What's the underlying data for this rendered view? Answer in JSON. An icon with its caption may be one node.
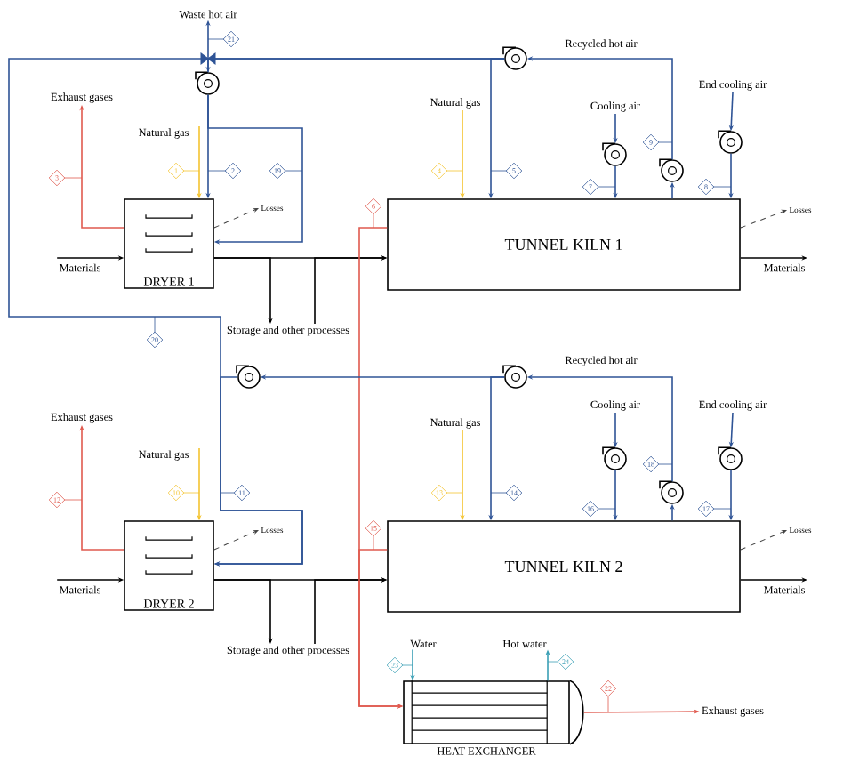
{
  "diagram": {
    "nodes": [
      {
        "text": [
          "Waste hot air"
        ]
      },
      {
        "text": [],
        "shape": "fan"
      },
      {
        "text": [
          "Exhaust gases"
        ]
      },
      {
        "text": [
          "Natural gas"
        ]
      },
      {
        "text": [
          "DRYER 1"
        ]
      },
      {
        "text": [
          "Losses"
        ]
      },
      {
        "text": [
          "Storage and other processes"
        ]
      },
      {
        "text": [
          "Natural gas"
        ]
      },
      {
        "text": [],
        "shape": "fan"
      },
      {
        "text": [
          "Cooling air"
        ]
      },
      {
        "text": [],
        "shape": "fan"
      },
      {
        "text": [],
        "shape": "fan"
      },
      {
        "text": [
          "End cooling air"
        ]
      },
      {
        "text": [],
        "shape": "fan"
      },
      {
        "text": [
          "TUNNEL KILN 1"
        ]
      },
      {
        "text": [
          "Losses"
        ]
      },
      {
        "text": [],
        "shape": "fan"
      },
      {
        "text": [
          "Exhaust gases"
        ]
      },
      {
        "text": [
          "Natural gas"
        ]
      },
      {
        "text": [
          "DRYER 2"
        ]
      },
      {
        "text": [
          "Losses"
        ]
      },
      {
        "text": [
          "Storage and other processes"
        ]
      },
      {
        "text": [
          "Natural gas"
        ]
      },
      {
        "text": [],
        "shape": "fan"
      },
      {
        "text": [
          "Cooling air"
        ]
      },
      {
        "text": [],
        "shape": "fan"
      },
      {
        "text": [],
        "shape": "fan"
      },
      {
        "text": [
          "End cooling air"
        ]
      },
      {
        "text": [],
        "shape": "fan"
      },
      {
        "text": [
          "TUNNEL KILN 2"
        ]
      },
      {
        "text": [
          "Losses"
        ]
      },
      {
        "text": [
          "Water"
        ]
      },
      {
        "text": [
          "Hot water"
        ]
      },
      {
        "text": [
          "HEAT EXCHANGER"
        ]
      },
      {
        "text": [
          "Exhaust gases"
        ]
      },
      {
        "text": [
          "Materials"
        ]
      },
      {
        "text": [
          "Materials"
        ]
      },
      {
        "text": [
          "Materials"
        ]
      },
      {
        "text": [
          "Materials"
        ]
      }
    ],
    "edges": [
      {
        "from": 1,
        "to": 0,
        "arrow": "to"
      },
      {
        "from": 1,
        "to": 4,
        "arrow": "to"
      },
      {
        "from": 1,
        "to": 4,
        "arrow": "to"
      },
      {
        "from": 8,
        "to": 1,
        "arrow": "to"
      },
      {
        "from": 8,
        "to": 19,
        "arrow": "to"
      },
      {
        "from": 16,
        "to": 19,
        "arrow": "to"
      },
      {
        "from": 8,
        "to": 14,
        "arrow": "to"
      },
      {
        "from": 11,
        "to": 8,
        "arrow": "to"
      },
      {
        "from": 9,
        "to": 10,
        "arrow": "to"
      },
      {
        "from": 10,
        "to": 14,
        "arrow": "to"
      },
      {
        "from": 14,
        "to": 11,
        "arrow": "to"
      },
      {
        "from": 12,
        "to": 13,
        "arrow": "to"
      },
      {
        "from": 13,
        "to": 14,
        "arrow": "to"
      },
      {
        "from": 4,
        "to": 2,
        "arrow": "to",
        "color": "#e05a4f"
      },
      {
        "from": 4,
        "to": 5,
        "arrow": "to",
        "style": "dashed",
        "color": "#444444"
      },
      {
        "from": 35,
        "to": 4,
        "arrow": "to",
        "color": "#000000"
      },
      {
        "from": 4,
        "to": 14,
        "arrow": "to",
        "color": "#000000"
      },
      {
        "from": 4,
        "to": 6,
        "arrow": "to",
        "color": "#000000"
      },
      {
        "from": 6,
        "to": 14,
        "arrow": "to",
        "color": "#000000"
      },
      {
        "from": 7,
        "to": 14,
        "arrow": "to",
        "color": "#f4c430"
      },
      {
        "from": 3,
        "to": 4,
        "arrow": "to",
        "color": "#f4c430"
      },
      {
        "from": 14,
        "to": 36,
        "arrow": "to",
        "color": "#000000"
      },
      {
        "from": 14,
        "to": 15,
        "arrow": "to",
        "style": "dashed",
        "color": "#444444"
      },
      {
        "from": 14,
        "to": 33,
        "arrow": "to",
        "color": "#e05a4f"
      },
      {
        "from": 23,
        "to": 16,
        "arrow": "to"
      },
      {
        "from": 23,
        "to": 29,
        "arrow": "to"
      },
      {
        "from": 26,
        "to": 23,
        "arrow": "to"
      },
      {
        "from": 24,
        "to": 25,
        "arrow": "to"
      },
      {
        "from": 25,
        "to": 29,
        "arrow": "to"
      },
      {
        "from": 29,
        "to": 26,
        "arrow": "to"
      },
      {
        "from": 27,
        "to": 28,
        "arrow": "to"
      },
      {
        "from": 28,
        "to": 29,
        "arrow": "to"
      },
      {
        "from": 19,
        "to": 17,
        "arrow": "to",
        "color": "#e05a4f"
      },
      {
        "from": 19,
        "to": 20,
        "arrow": "to",
        "style": "dashed",
        "color": "#444444"
      },
      {
        "from": 37,
        "to": 19,
        "arrow": "to",
        "color": "#000000"
      },
      {
        "from": 19,
        "to": 29,
        "arrow": "to",
        "color": "#000000"
      },
      {
        "from": 19,
        "to": 21,
        "arrow": "to",
        "color": "#000000"
      },
      {
        "from": 21,
        "to": 29,
        "arrow": "to",
        "color": "#000000"
      },
      {
        "from": 22,
        "to": 29,
        "arrow": "to",
        "color": "#f4c430"
      },
      {
        "from": 18,
        "to": 19,
        "arrow": "to",
        "color": "#f4c430"
      },
      {
        "from": 29,
        "to": 38,
        "arrow": "to",
        "color": "#000000"
      },
      {
        "from": 29,
        "to": 30,
        "arrow": "to",
        "style": "dashed",
        "color": "#444444"
      },
      {
        "from": 29,
        "to": 33,
        "arrow": "to",
        "color": "#e05a4f"
      },
      {
        "from": 31,
        "to": 33,
        "arrow": "to",
        "color": "#3a9fb5"
      },
      {
        "from": 33,
        "to": 32,
        "arrow": "to",
        "color": "#3a9fb5"
      },
      {
        "from": 33,
        "to": 34,
        "arrow": "to",
        "color": "#e05a4f"
      }
    ],
    "labels": [
      "21",
      "Recycled hot air",
      "3",
      "1",
      "2",
      "19",
      "4",
      "5",
      "9",
      "7",
      "8",
      "6",
      "20",
      "Recycled hot air",
      "12",
      "10",
      "11",
      "13",
      "14",
      "18",
      "16",
      "17",
      "15",
      "23",
      "24",
      "22"
    ]
  }
}
